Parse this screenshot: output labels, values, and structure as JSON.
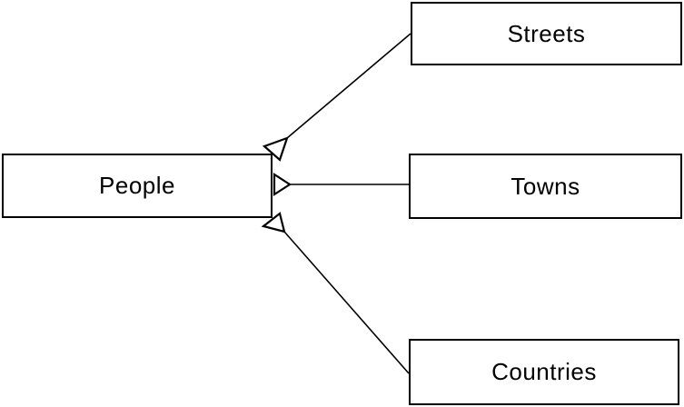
{
  "diagram": {
    "title": "",
    "background_color": "#ffffff",
    "line_color": "#000000",
    "node_fill_color": "#ffffff",
    "text_color": "#000000",
    "nodes": [
      {
        "id": "people",
        "label": "People"
      },
      {
        "id": "streets",
        "label": "Streets"
      },
      {
        "id": "towns",
        "label": "Towns"
      },
      {
        "id": "countries",
        "label": "Countries"
      }
    ],
    "edges": [
      {
        "from": "people",
        "to": "streets",
        "arrowhead": "open-triangle",
        "arrowhead_at": "people-end"
      },
      {
        "from": "people",
        "to": "towns",
        "arrowhead": "open-triangle",
        "arrowhead_at": "people-end"
      },
      {
        "from": "people",
        "to": "countries",
        "arrowhead": "open-triangle",
        "arrowhead_at": "people-end"
      }
    ]
  }
}
